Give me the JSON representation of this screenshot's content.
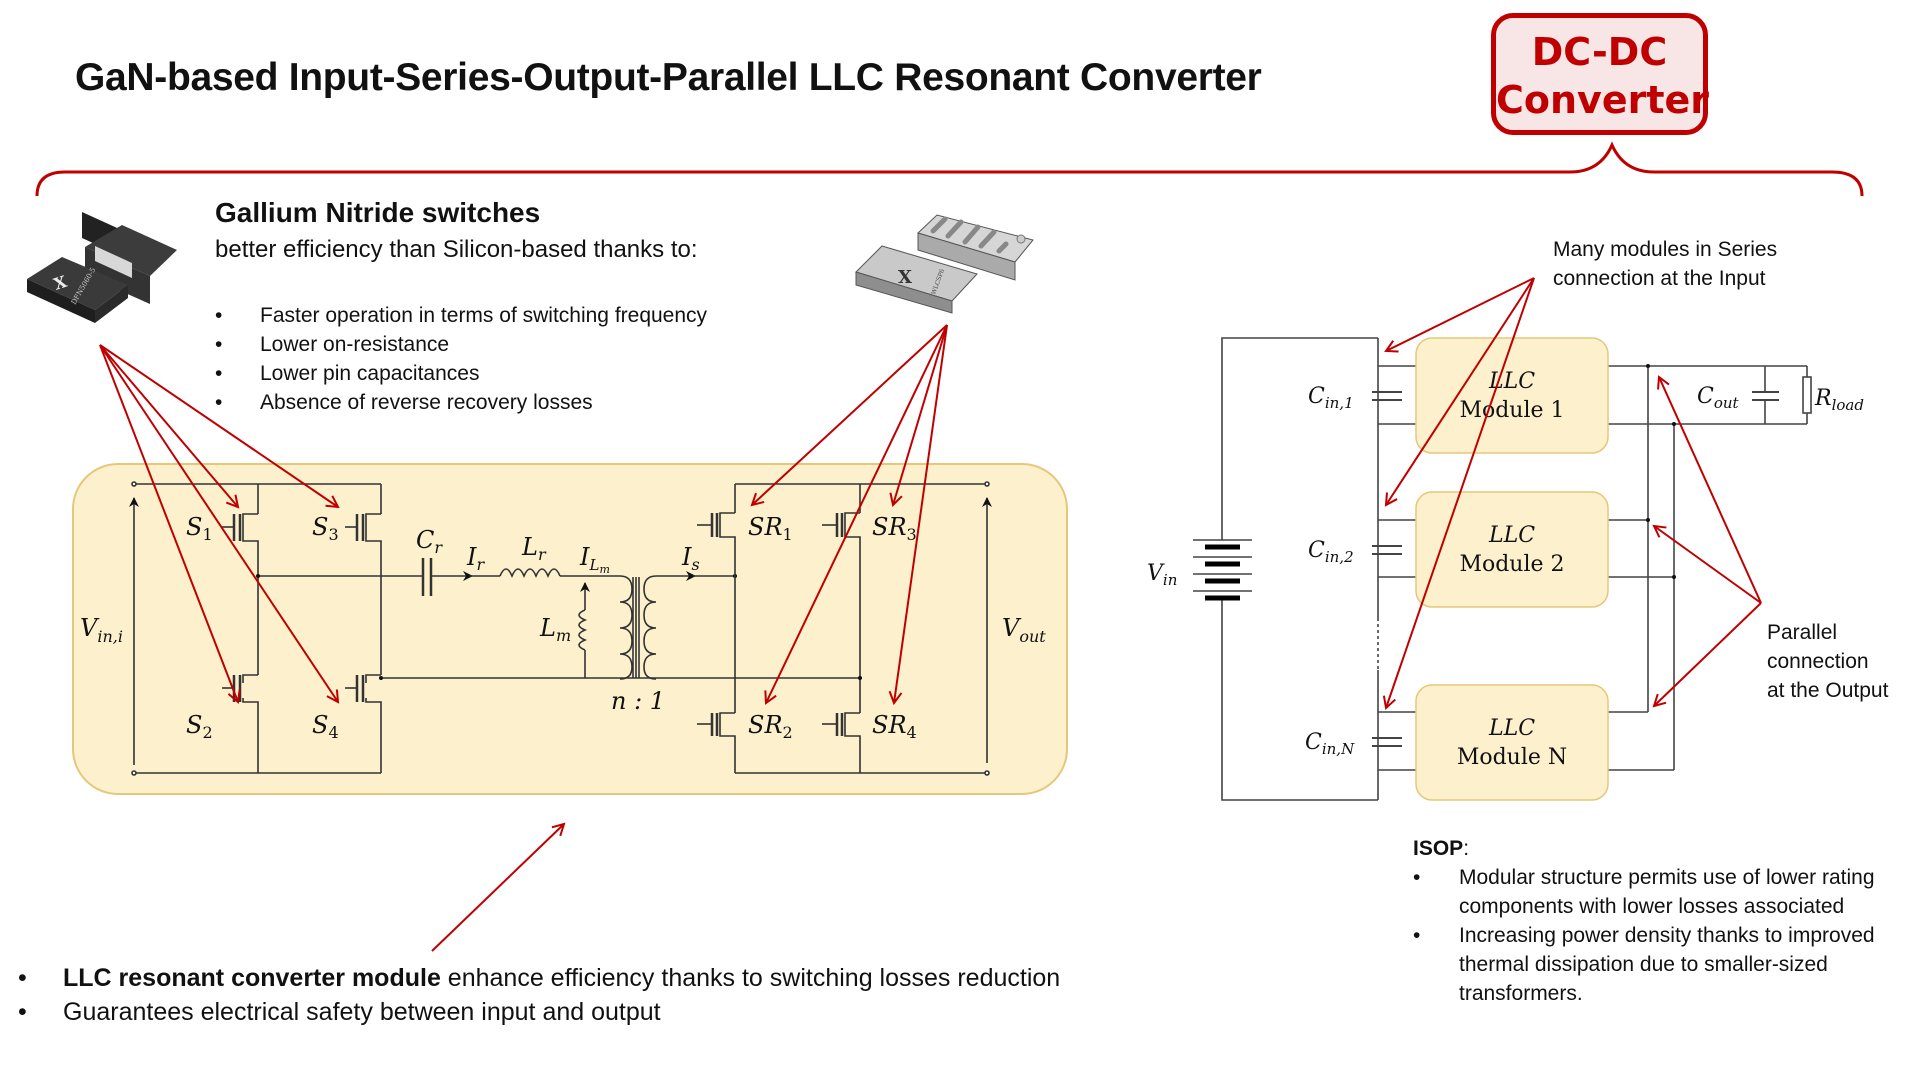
{
  "title": "GaN-based Input-Series-Output-Parallel LLC Resonant Converter",
  "badge": {
    "line1": "DC-DC",
    "line2": "Converter"
  },
  "colors": {
    "accent_red": "#c00000",
    "panel_fill": "#fdf0cc",
    "panel_border": "#e6c77a",
    "wire": "#333333"
  },
  "gan": {
    "heading": "Gallium Nitride switches",
    "subheading": "better efficiency than Silicon-based thanks to:",
    "bullets": [
      "Faster operation in terms of switching frequency",
      "Lower on-resistance",
      "Lower pin capacitances",
      "Absence of reverse recovery losses"
    ],
    "chip_left_label": "DFN5060-5",
    "chip_right_label": "WLCSP6"
  },
  "llc_circuit": {
    "vin": "V",
    "vin_sub": "in,i",
    "vout": "V",
    "vout_sub": "out",
    "s1": "S",
    "s1_sub": "1",
    "s2": "S",
    "s2_sub": "2",
    "s3": "S",
    "s3_sub": "3",
    "s4": "S",
    "s4_sub": "4",
    "sr1": "SR",
    "sr1_sub": "1",
    "sr2": "SR",
    "sr2_sub": "2",
    "sr3": "SR",
    "sr3_sub": "3",
    "sr4": "SR",
    "sr4_sub": "4",
    "cr": "C",
    "cr_sub": "r",
    "ir": "I",
    "ir_sub": "r",
    "lr": "L",
    "lr_sub": "r",
    "ilm": "I",
    "ilm_sub": "L",
    "ilm_subsub": "m",
    "lm": "L",
    "lm_sub": "m",
    "is": "I",
    "is_sub": "s",
    "ratio": "n : 1"
  },
  "llc_bullets": {
    "b1_bold": "LLC resonant converter module",
    "b1_rest": " enhance efficiency thanks to switching losses reduction",
    "b2": "Guarantees electrical safety between input and output"
  },
  "isop_circuit": {
    "vin": "V",
    "vin_sub": "in",
    "cin1": "C",
    "cin1_sub": "in,1",
    "cin2": "C",
    "cin2_sub": "in,2",
    "cinN": "C",
    "cinN_sub": "in,N",
    "cout": "C",
    "cout_sub": "out",
    "rload": "R",
    "rload_sub": "load",
    "modules": [
      {
        "top": "LLC",
        "bottom": "Module 1"
      },
      {
        "top": "LLC",
        "bottom": "Module 2"
      },
      {
        "top": "LLC",
        "bottom": "Module N"
      }
    ]
  },
  "notes": {
    "series_l1": "Many modules in Series",
    "series_l2": "connection at the Input",
    "parallel_l1": "Parallel",
    "parallel_l2": "connection",
    "parallel_l3": "at the Output"
  },
  "isop": {
    "heading": "ISOP",
    "colon": ":",
    "bullets": [
      "Modular structure permits use of lower rating components with lower losses associated",
      "Increasing power density thanks to improved thermal dissipation due to smaller-sized transformers."
    ]
  }
}
